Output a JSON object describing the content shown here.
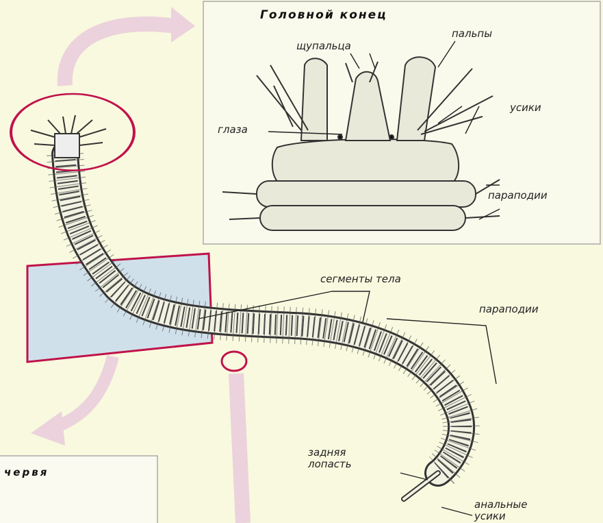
{
  "head_panel": {
    "title": "Головной конец",
    "labels": {
      "tentacles": "щупальца",
      "palps": "пальпы",
      "antennae": "усики",
      "eyes": "глаза",
      "parapodia": "параподии"
    }
  },
  "body_labels": {
    "segments": "сегменты тела",
    "parapodia": "параподии",
    "posterior_lobe_line1": "задняя",
    "posterior_lobe_line2": "лопасть",
    "anal_cirri_line1": "анальные",
    "anal_cirri_line2": "усики"
  },
  "section_panel": {
    "title_fragment": "червя"
  },
  "colors": {
    "background": "#f8f9df",
    "highlight": "#c0124a",
    "arrow": "#e6c8d4",
    "section_fill": "#cfe0ee"
  }
}
